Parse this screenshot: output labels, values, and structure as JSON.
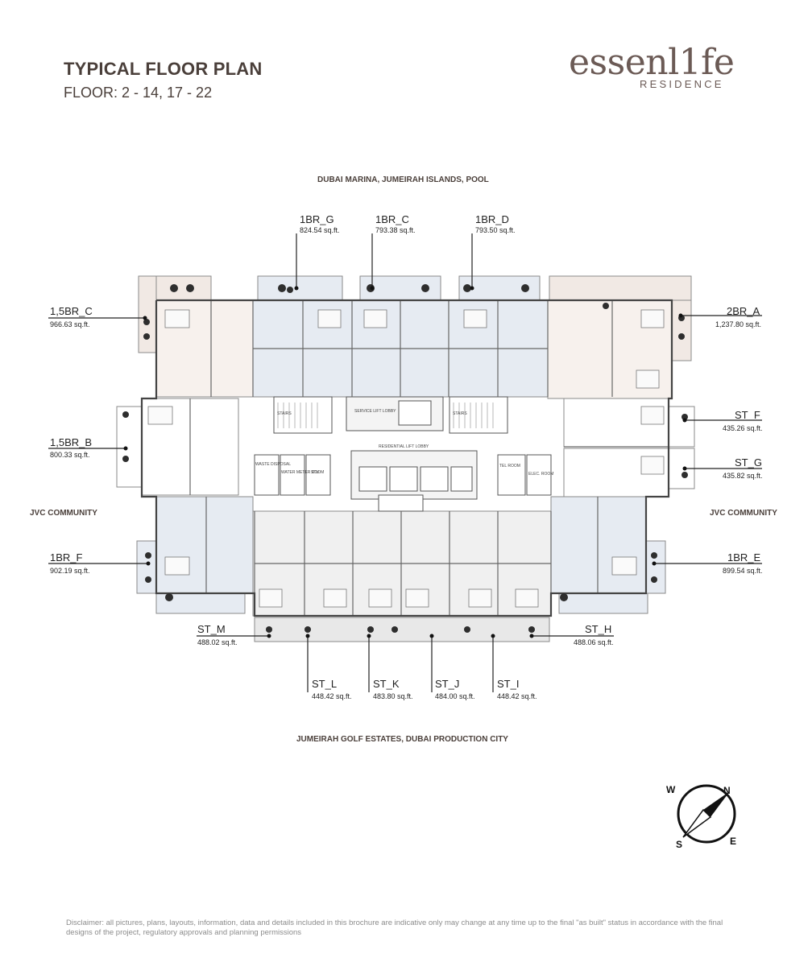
{
  "header": {
    "title": "TYPICAL FLOOR PLAN",
    "floor": "FLOOR: 2 - 14, 17 - 22"
  },
  "logo": {
    "brand": "essenl1fe",
    "sub": "RESIDENCE"
  },
  "orientation": {
    "north_view": "DUBAI MARINA, JUMEIRAH ISLANDS, POOL",
    "south_view": "JUMEIRAH GOLF ESTATES, DUBAI PRODUCTION CITY",
    "west_view": "JVC COMMUNITY",
    "east_view": "JVC COMMUNITY"
  },
  "units": [
    {
      "name": "1BR_G",
      "area": "824.54 sq.ft."
    },
    {
      "name": "1BR_C",
      "area": "793.38 sq.ft."
    },
    {
      "name": "1BR_D",
      "area": "793.50 sq.ft."
    },
    {
      "name": "1,5BR_C",
      "area": "966.63 sq.ft."
    },
    {
      "name": "2BR_A",
      "area": "1,237.80 sq.ft."
    },
    {
      "name": "1,5BR_B",
      "area": "800.33 sq.ft."
    },
    {
      "name": "ST_F",
      "area": "435.26 sq.ft."
    },
    {
      "name": "ST_G",
      "area": "435.82 sq.ft."
    },
    {
      "name": "1BR_F",
      "area": "902.19 sq.ft."
    },
    {
      "name": "1BR_E",
      "area": "899.54 sq.ft."
    },
    {
      "name": "ST_M",
      "area": "488.02 sq.ft."
    },
    {
      "name": "ST_H",
      "area": "488.06 sq.ft."
    },
    {
      "name": "ST_L",
      "area": "448.42 sq.ft."
    },
    {
      "name": "ST_K",
      "area": "483.80 sq.ft."
    },
    {
      "name": "ST_J",
      "area": "484.00 sq.ft."
    },
    {
      "name": "ST_I",
      "area": "448.42 sq.ft."
    }
  ],
  "core_labels": {
    "service_lift": "SERVICE LIFT LOBBY",
    "residential_lift": "RESIDENTIAL LIFT LOBBY",
    "stairs": "STAIRS",
    "waste": "WASTE DISPOSAL",
    "water_meter": "WATER METER ROOM",
    "stu": "STU",
    "tel": "TEL ROOM",
    "elec": "ELEC. ROOM"
  },
  "compass": {
    "n": "N",
    "e": "E",
    "s": "S",
    "w": "W"
  },
  "colors": {
    "tint_blue": "#e6ebf2",
    "tint_warm": "#f1e9e4",
    "wall": "#555555",
    "accent": "#4a3f3a"
  },
  "disclaimer": "Disclaimer: all pictures, plans, layouts, information, data and details included in this brochure are indicative only may change at any time up to the final \"as built\" status in accordance with the final designs of the project, regulatory approvals and planning permissions"
}
